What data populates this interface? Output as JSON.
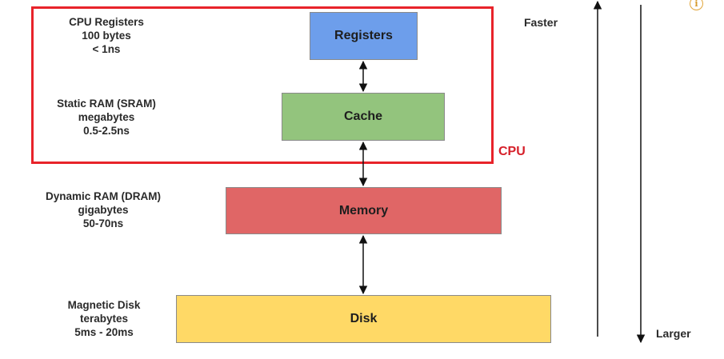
{
  "levels": [
    {
      "name": "Registers",
      "desc": [
        "CPU Registers",
        "100 bytes",
        "< 1ns"
      ],
      "color": "#6d9eeb"
    },
    {
      "name": "Cache",
      "desc": [
        "Static RAM (SRAM)",
        "megabytes",
        "0.5-2.5ns"
      ],
      "color": "#93c47d"
    },
    {
      "name": "Memory",
      "desc": [
        "Dynamic RAM (DRAM)",
        "gigabytes",
        "50-70ns"
      ],
      "color": "#e06666"
    },
    {
      "name": "Disk",
      "desc": [
        "Magnetic Disk",
        "terabytes",
        "5ms - 20ms"
      ],
      "color": "#ffd966"
    }
  ],
  "cpu_label": "CPU",
  "cpu_color": "#e8232a",
  "faster_label": "Faster",
  "larger_label": "Larger",
  "info_icon": "i"
}
